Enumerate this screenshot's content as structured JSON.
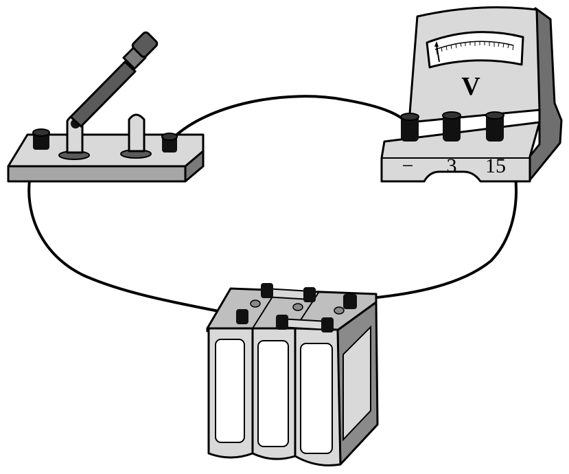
{
  "voltmeter": {
    "symbol": "V",
    "terminals": [
      {
        "id": "neg",
        "label": "−"
      },
      {
        "id": "t3",
        "label": "3"
      },
      {
        "id": "t15",
        "label": "15"
      }
    ]
  },
  "switch": {
    "state": "open"
  },
  "battery": {
    "cells": 3
  },
  "colors": {
    "line": "#000000",
    "light_gray": "#d9d9d9",
    "mid_gray": "#a6a6a6",
    "dark_gray": "#5a5a5a",
    "terminal": "#111111"
  }
}
